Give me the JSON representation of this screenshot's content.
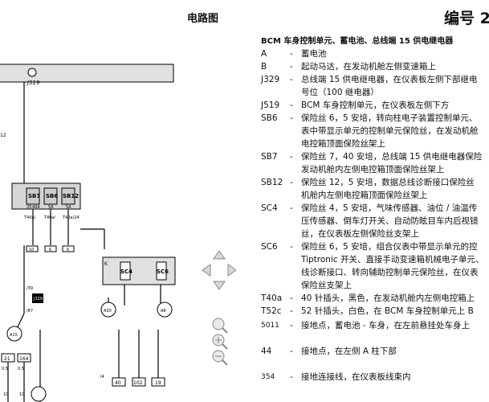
{
  "header": {
    "title": "电路图",
    "number_label": "编号 2"
  },
  "legend": {
    "title": "BCM 车身控制单元、蓄电池、总线端 15 供电继电器",
    "entries": [
      {
        "code": "A",
        "lines": [
          "蓄电池"
        ]
      },
      {
        "code": "B",
        "lines": [
          "起动马达，在发动机舱左侧变速箱上"
        ]
      },
      {
        "code": "J329",
        "lines": [
          "总线端 15 供电继电器，在仪表板左侧下部继电",
          "号位（100 继电器）"
        ]
      },
      {
        "code": "J519",
        "lines": [
          "BCM 车身控制单元，在仪表板左侧下方"
        ]
      },
      {
        "code": "SB6",
        "lines": [
          "保险丝 6，5 安培，转向柱电子装置控制单元、",
          "表中带显示单元的控制单元保险丝，在发动机舱",
          "电控箱顶面保险丝架上"
        ]
      },
      {
        "code": "SB7",
        "lines": [
          "保险丝 7，40 安培，总线端 15 供电继电器保险",
          "发动机舱内左侧电控箱顶面保险丝架上"
        ]
      },
      {
        "code": "SB12",
        "lines": [
          "保险丝 12，5 安培，数据总线诊断接口保险丝",
          "机舱内左侧电控箱顶面保险丝架上"
        ]
      },
      {
        "code": "SC4",
        "lines": [
          "保险丝 4，5 安培，气味传感器、油位 / 油温传",
          "压传感器、倒车灯开关、自动防眩目车内后视镜",
          "丝，在仪表板左侧保险丝支架上"
        ]
      },
      {
        "code": "SC6",
        "lines": [
          "保险丝 6，5 安培，组合仪表中带显示单元的控",
          "Tiptronic 开关、直接手动变速箱机械电子单元、",
          "线诊断接口、转向辅助控制单元保险丝，在仪表",
          "保险丝支架上"
        ]
      },
      {
        "code": "T40a",
        "lines": [
          "40 针插头，黑色，在发动机舱内左侧电控箱上"
        ]
      },
      {
        "code": "T52c",
        "lines": [
          "52 针插头，白色，在 BCM 车身控制单元上 B"
        ]
      },
      {
        "code": "5011",
        "lines": [
          "接地点，蓄电池 - 车身，在左前悬挂处车身上"
        ]
      },
      {
        "code": "44",
        "lines": [
          "接地点，在左侧 A 柱下部"
        ]
      },
      {
        "code": "354",
        "lines": [
          "接地连接线，在仪表板线束内"
        ]
      }
    ]
  },
  "diagram": {
    "labels": {
      "j519": "J519",
      "num12": "12",
      "sb7": "SB7",
      "sb6": "SB6",
      "sb12": "SB12",
      "t40a1": "T40a/",
      "t40a2": "T40a/",
      "t40a3": "T40a/24",
      "w1": "25",
      "w2": "40A",
      "w3": "5A",
      "w4": "5A",
      "b1": "10",
      "b2": "6",
      "b3": "6",
      "j329": "J329",
      "t52a": "/39",
      "t52b": "/87",
      "k": "K",
      "sc4": "SC4",
      "sc6": "SC6",
      "c1": "A15",
      "c2": "A30",
      "c3": "A8",
      "r1": "I4",
      "r2": "40",
      "r3": "102",
      "r4": "19",
      "l1": "21",
      "l2": "164",
      "s1": "0.5",
      "s2": "0.5",
      "e1": "10",
      "e2": "10"
    }
  }
}
